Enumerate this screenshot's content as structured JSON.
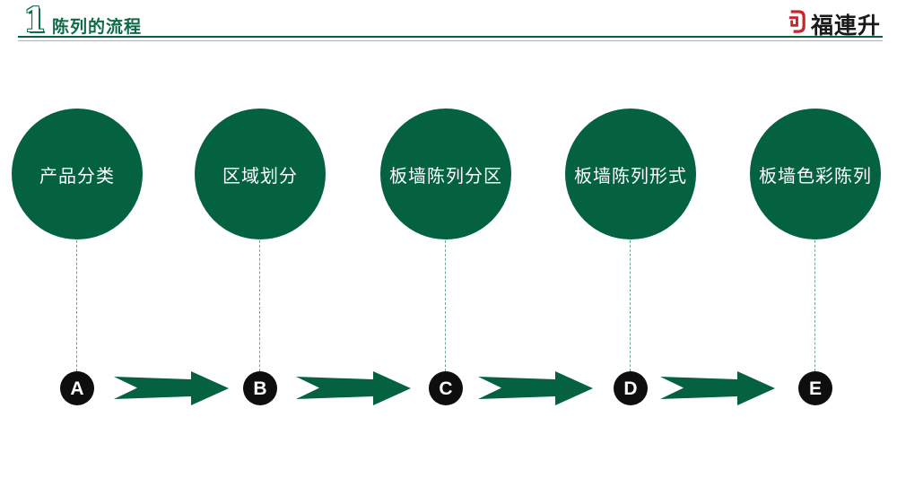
{
  "header": {
    "section_number": "1",
    "title": "陈列的流程",
    "logo_text": "福連升"
  },
  "colors": {
    "primary_green": "#046240",
    "title_green": "#0d6b45",
    "rule_light_green": "#9cc3b0",
    "connector_green": "#6fa78d",
    "dot_black": "#0e0e0e",
    "logo_red": "#c9252b",
    "background": "#ffffff"
  },
  "flow": {
    "steps": [
      {
        "letter": "A",
        "label": "产品分类"
      },
      {
        "letter": "B",
        "label": "区域划分"
      },
      {
        "letter": "C",
        "label": "板墙陈列分区"
      },
      {
        "letter": "D",
        "label": "板墙陈列形式"
      },
      {
        "letter": "E",
        "label": "板墙色彩陈列"
      }
    ]
  }
}
